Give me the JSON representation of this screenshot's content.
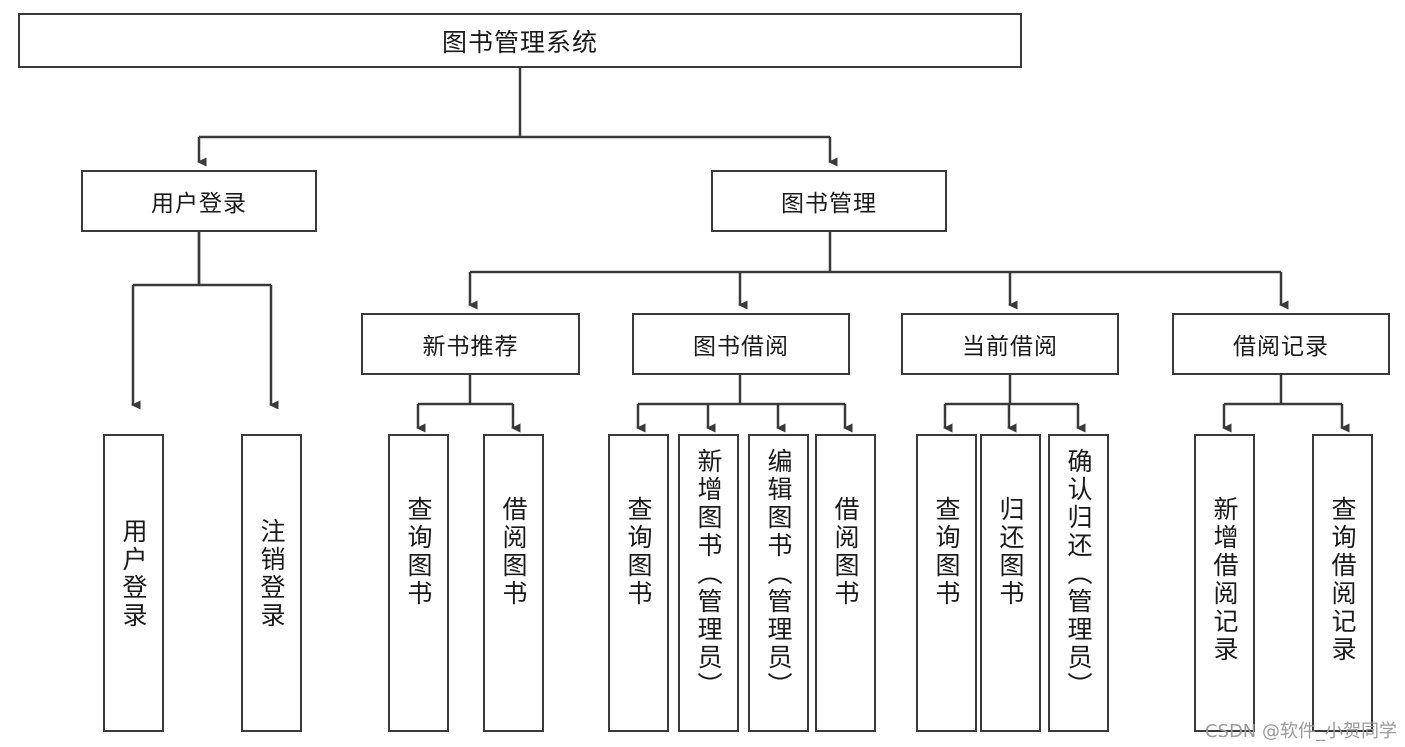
{
  "diagram": {
    "title": "图书管理系统",
    "type": "tree-structure-chart",
    "watermark": "CSDN @软件_小贺同学",
    "colors": {
      "border": "#3a3a3a",
      "background": "#ffffff",
      "text": "#1a1a1a",
      "watermark": "#9a9a9a"
    },
    "levels": {
      "root": {
        "label": "图书管理系统"
      },
      "level2": [
        {
          "label": "用户登录"
        },
        {
          "label": "图书管理"
        }
      ],
      "level3": [
        {
          "label": "新书推荐"
        },
        {
          "label": "图书借阅"
        },
        {
          "label": "当前借阅"
        },
        {
          "label": "借阅记录"
        }
      ],
      "leaves": [
        {
          "label": "用户登录",
          "parent": "用户登录"
        },
        {
          "label": "注销登录",
          "parent": "用户登录"
        },
        {
          "label": "查询图书",
          "parent": "新书推荐"
        },
        {
          "label": "借阅图书",
          "parent": "新书推荐"
        },
        {
          "label": "查询图书",
          "parent": "图书借阅"
        },
        {
          "label": "新增图书（管理员）",
          "parent": "图书借阅"
        },
        {
          "label": "编辑图书（管理员）",
          "parent": "图书借阅"
        },
        {
          "label": "借阅图书",
          "parent": "图书借阅"
        },
        {
          "label": "查询图书",
          "parent": "当前借阅"
        },
        {
          "label": "归还图书",
          "parent": "当前借阅"
        },
        {
          "label": "确认归还（管理员）",
          "parent": "当前借阅"
        },
        {
          "label": "新增借阅记录",
          "parent": "借阅记录"
        },
        {
          "label": "查询借阅记录",
          "parent": "借阅记录"
        }
      ]
    }
  }
}
